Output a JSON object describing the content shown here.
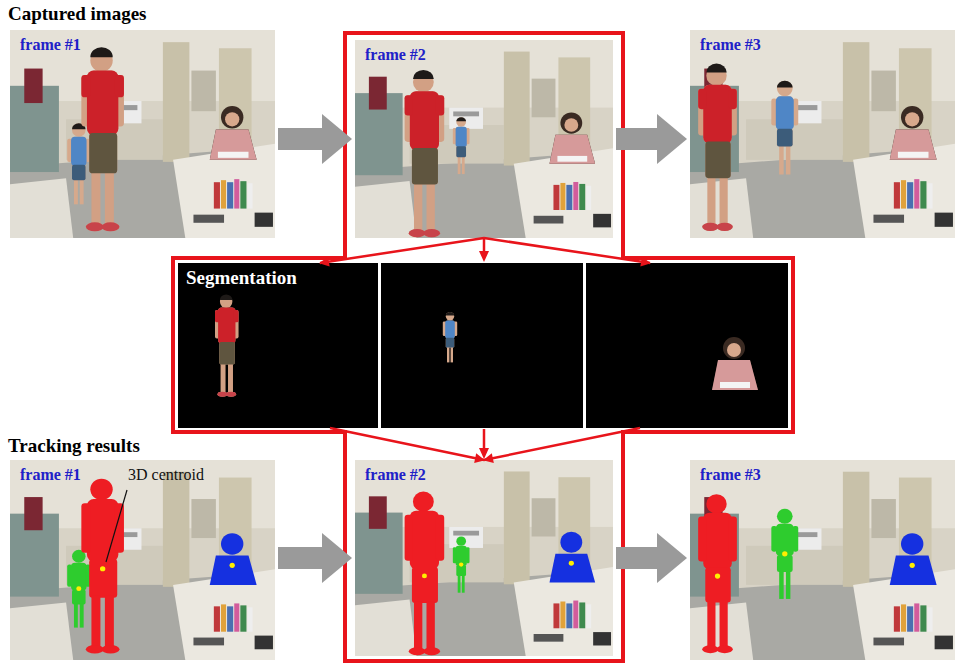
{
  "diagram": {
    "nodes": [
      {
        "text": [
          "frame #1"
        ]
      },
      {
        "text": [
          "frame #2"
        ]
      },
      {
        "text": [
          "frame #3"
        ]
      },
      {
        "text": [
          "Segmentation"
        ]
      },
      {
        "text": [
          "frame #1",
          "3D centroid"
        ]
      },
      {
        "text": [
          "frame #2"
        ]
      },
      {
        "text": [
          "frame #3"
        ]
      }
    ],
    "edges": [
      {
        "from": 0,
        "to": 1,
        "arrow": "to"
      },
      {
        "from": 1,
        "to": 2,
        "arrow": "to"
      },
      {
        "from": 1,
        "to": 3,
        "arrow": "to"
      },
      {
        "from": 3,
        "to": 5,
        "arrow": "to"
      },
      {
        "from": 4,
        "to": 5,
        "arrow": "to"
      },
      {
        "from": 5,
        "to": 6,
        "arrow": "to"
      }
    ],
    "labels": [
      "Captured images",
      "Tracking results"
    ]
  }
}
